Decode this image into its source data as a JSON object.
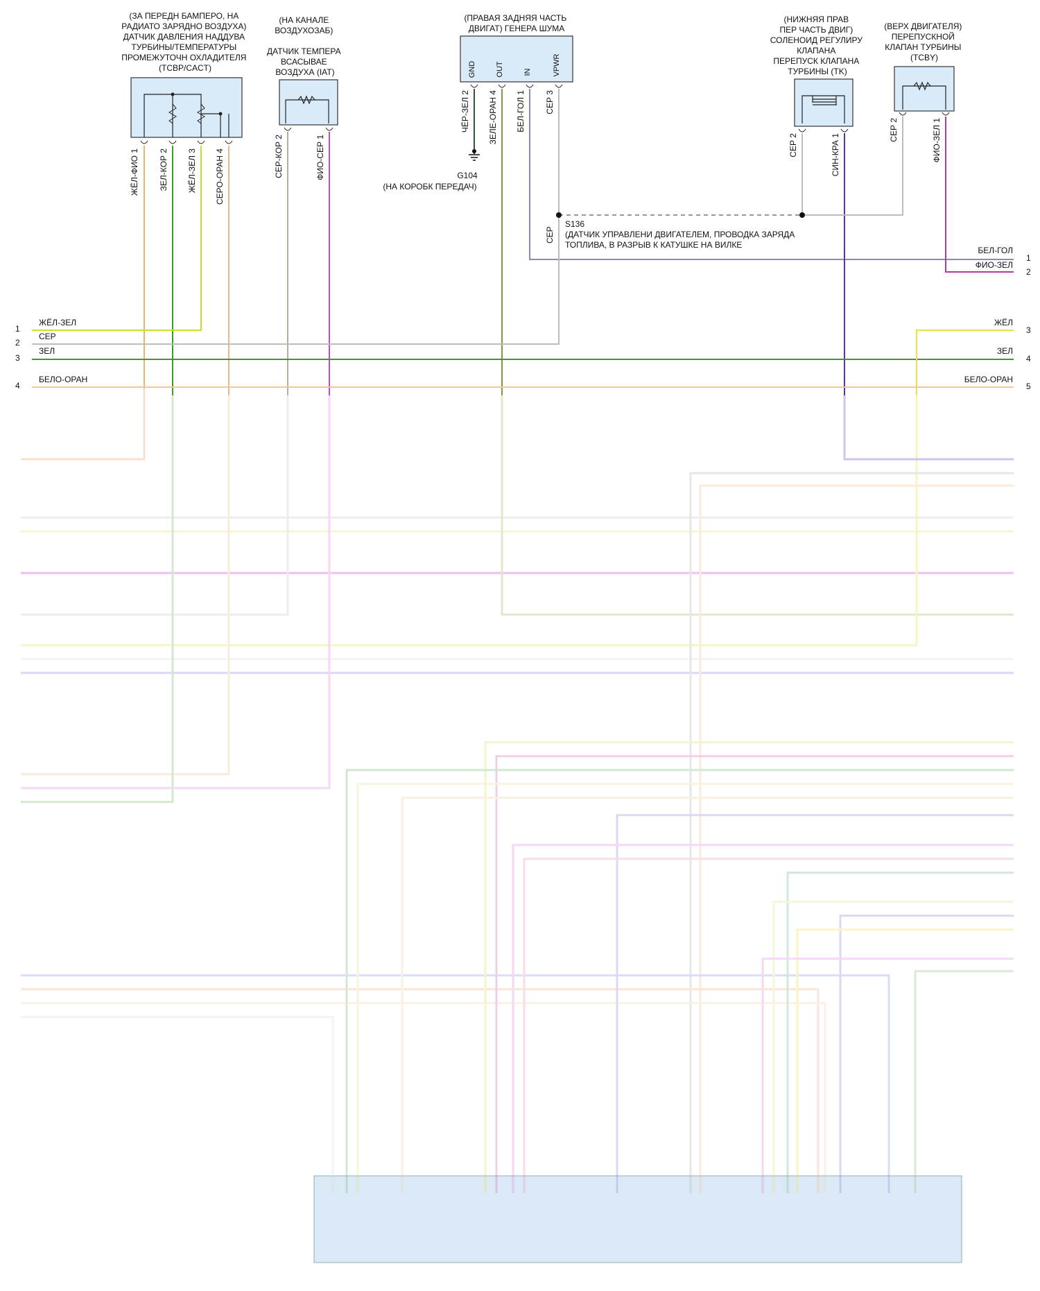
{
  "components": {
    "tcbp": {
      "title_lines": [
        "(ЗА ПЕРЕДН БАМПЕРО, НА",
        "РАДИАТО ЗАРЯДНО ВОЗДУХА)",
        "ДАТЧИК ДАВЛЕНИЯ НАДДУВА",
        "ТУРБИНЫ/ТЕМПЕРАТУРЫ",
        "ПРОМЕЖУТОЧН ОХЛАДИТЕЛЯ",
        "(TCBP/CACT)"
      ],
      "pins": [
        {
          "wire": "ЖЁЛ-ФИО",
          "num": "1",
          "color": "#e8b36a"
        },
        {
          "wire": "ЗЕЛ-КОР",
          "num": "2",
          "color": "#3f9a2b"
        },
        {
          "wire": "ЖЁЛ-ЗЕЛ",
          "num": "3",
          "color": "#c9df2a"
        },
        {
          "wire": "СЕРО-ОРАН",
          "num": "4",
          "color": "#e8b890"
        }
      ]
    },
    "iat": {
      "title_lines": [
        "(НА КАНАЛЕ",
        "ВОЗДУХОЗАБ)",
        "",
        "ДАТЧИК ТЕМПЕРА",
        "ВСАСЫВАЕ",
        "ВОЗДУХА (IAT)"
      ],
      "pins": [
        {
          "wire": "СЕР-КОР",
          "num": "2",
          "color": "#b8ab98"
        },
        {
          "wire": "ФИО-СЕР",
          "num": "1",
          "color": "#cc44cc"
        }
      ]
    },
    "noise": {
      "title_lines": [
        "(ПРАВАЯ ЗАДНЯЯ ЧАСТЬ",
        "ДВИГАТ) ГЕНЕРА ШУМА"
      ],
      "terminals": [
        "GND",
        "OUT",
        "IN",
        "VPWR"
      ],
      "pins": [
        {
          "wire": "ЧЁР-ЗЕЛ",
          "num": "2",
          "color": "#2f5a2f"
        },
        {
          "wire": "ЗЕЛЕ-ОРАН",
          "num": "4",
          "color": "#7f9a3a"
        },
        {
          "wire": "БЕЛ-ГОЛ",
          "num": "1",
          "color": "#8f86c8"
        },
        {
          "wire": "СЕР",
          "num": "3",
          "color": "#bdbdbd"
        }
      ],
      "ground_id": "G104",
      "ground_desc": "(НА КОРОБК ПЕРЕДАЧ)"
    },
    "tk": {
      "title_lines": [
        "(НИЖНЯЯ ПРАВ",
        "ПЕР ЧАСТЬ ДВИГ)",
        "СОЛЕНОИД РЕГУЛИРУ",
        "КЛАПАНА",
        "ПЕРЕПУСК КЛАПАНА",
        "ТУРБИНЫ (TK)"
      ],
      "pins": [
        {
          "wire": "СЕР",
          "num": "2",
          "color": "#bdbdbd"
        },
        {
          "wire": "СИН-КРА",
          "num": "1",
          "color": "#5a2fb0"
        }
      ]
    },
    "tcby": {
      "title_lines": [
        "(ВЕРХ ДВИГАТЕЛЯ)",
        "ПЕРЕПУСКНОЙ",
        "КЛАПАН ТУРБИНЫ",
        "(TCBY)"
      ],
      "pins": [
        {
          "wire": "СЕР",
          "num": "2",
          "color": "#bdbdbd"
        },
        {
          "wire": "ФИО-ЗЕЛ",
          "num": "1",
          "color": "#b03aa8"
        }
      ]
    }
  },
  "splice": {
    "wire": "СЕР",
    "id": "S136",
    "desc_lines": [
      "(ДАТЧИК УПРАВЛЕНИ ДВИГАТЕЛЕМ, ПРОВОДКА ЗАРЯДА",
      "ТОПЛИВА, В РАЗРЫВ К КАТУШКЕ НА ВИЛКЕ"
    ]
  },
  "left_rows": [
    {
      "num": "1",
      "label": "ЖЁЛ-ЗЕЛ"
    },
    {
      "num": "2",
      "label": "СЕР"
    },
    {
      "num": "3",
      "label": "ЗЕЛ"
    },
    {
      "num": "4",
      "label": "БЕЛО-ОРАН"
    }
  ],
  "right_rows": [
    {
      "num": "1",
      "label": "БЕЛ-ГОЛ"
    },
    {
      "num": "2",
      "label": "ФИО-ЗЕЛ"
    },
    {
      "num": "3",
      "label": "ЖЁЛ"
    },
    {
      "num": "4",
      "label": "ЗЕЛ"
    },
    {
      "num": "5",
      "label": "БЕЛО-ОРАН"
    }
  ]
}
